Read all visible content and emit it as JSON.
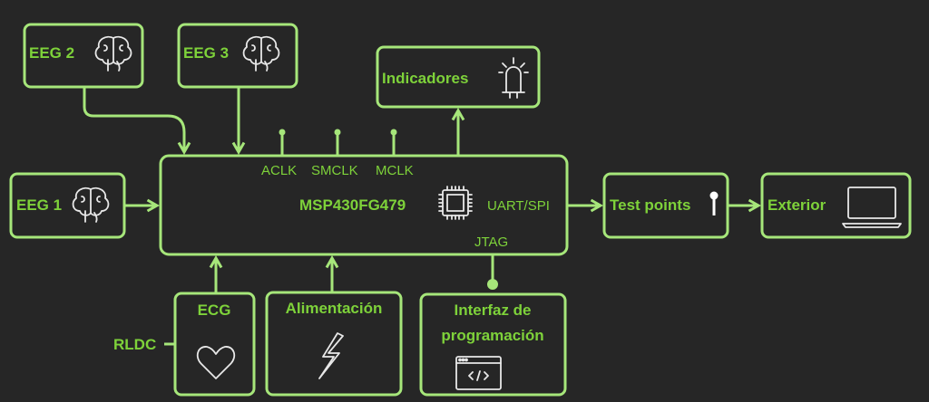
{
  "blocks": {
    "eeg1": "EEG 1",
    "eeg2": "EEG 2",
    "eeg3": "EEG 3",
    "indicadores": "Indicadores",
    "mcu": "MSP430FG479",
    "test_points": "Test points",
    "exterior": "Exterior",
    "ecg": "ECG",
    "alimentacion": "Alimentación",
    "interfaz_line1": "Interfaz de",
    "interfaz_line2": "programación",
    "rldc": "RLDC"
  },
  "pins": {
    "aclk": "ACLK",
    "smclk": "SMCLK",
    "mclk": "MCLK",
    "uart_spi": "UART/SPI",
    "jtag": "JTAG"
  },
  "colors": {
    "background": "#262626",
    "stroke": "#a6e67a",
    "text": "#7ed23a",
    "icon": "#e8e8e8"
  }
}
